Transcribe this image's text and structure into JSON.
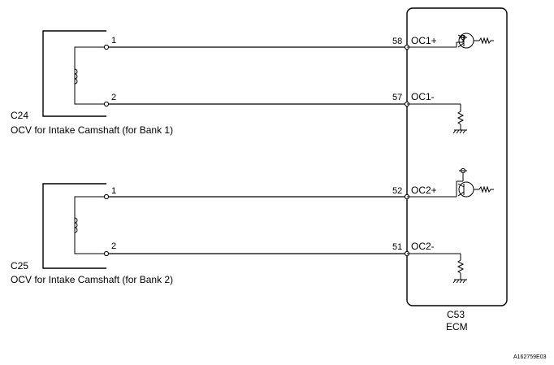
{
  "components": {
    "ocv1": {
      "code": "C24",
      "name": "OCV for Intake Camshaft (for Bank 1)",
      "pin_plus": "1",
      "pin_minus": "2"
    },
    "ocv2": {
      "code": "C25",
      "name": "OCV for Intake Camshaft (for Bank 2)",
      "pin_plus": "1",
      "pin_minus": "2"
    },
    "ecm": {
      "code": "C53",
      "name": "ECM"
    }
  },
  "ecm_terminals": {
    "oc1_plus": {
      "pin": "58",
      "label": "OC1+"
    },
    "oc1_minus": {
      "pin": "57",
      "label": "OC1-"
    },
    "oc2_plus": {
      "pin": "52",
      "label": "OC2+"
    },
    "oc2_minus": {
      "pin": "51",
      "label": "OC2-"
    }
  },
  "figure_id": "A162759E03"
}
